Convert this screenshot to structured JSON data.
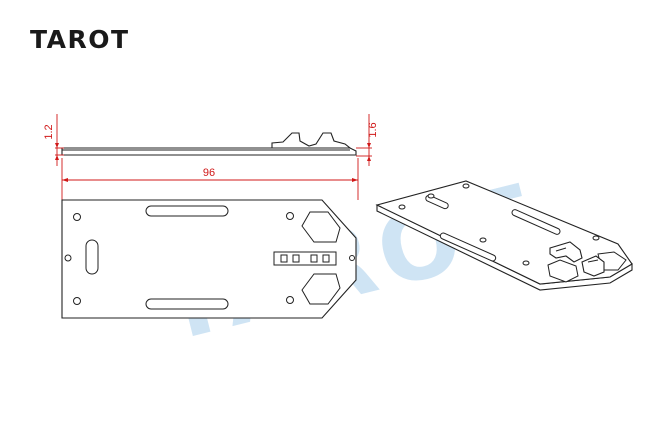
{
  "brand": {
    "logo_text": "TAROT",
    "watermark_text": "TAROT"
  },
  "dimensions": {
    "length": "96",
    "thickness_plate": "1.2",
    "thickness_mount": "1.6"
  },
  "colors": {
    "dimension": "#d01818",
    "outline": "#222222",
    "watermark": "#cfe4f4",
    "logo": "#1a1a1a"
  }
}
